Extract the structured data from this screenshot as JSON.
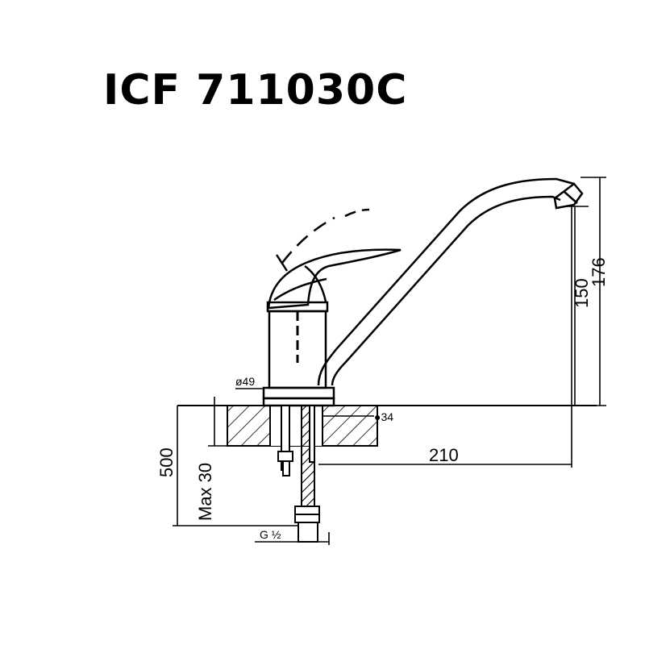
{
  "title": "ICF 711030C",
  "dimensions": {
    "spout_reach": "210",
    "spout_height": "150",
    "total_height": "176",
    "hose_length": "500",
    "max_thickness": "Max 30",
    "base_diameter": "ø49",
    "hole_diameter": "●34",
    "thread": "G ½"
  },
  "colors": {
    "line": "#000000",
    "background": "#ffffff"
  }
}
